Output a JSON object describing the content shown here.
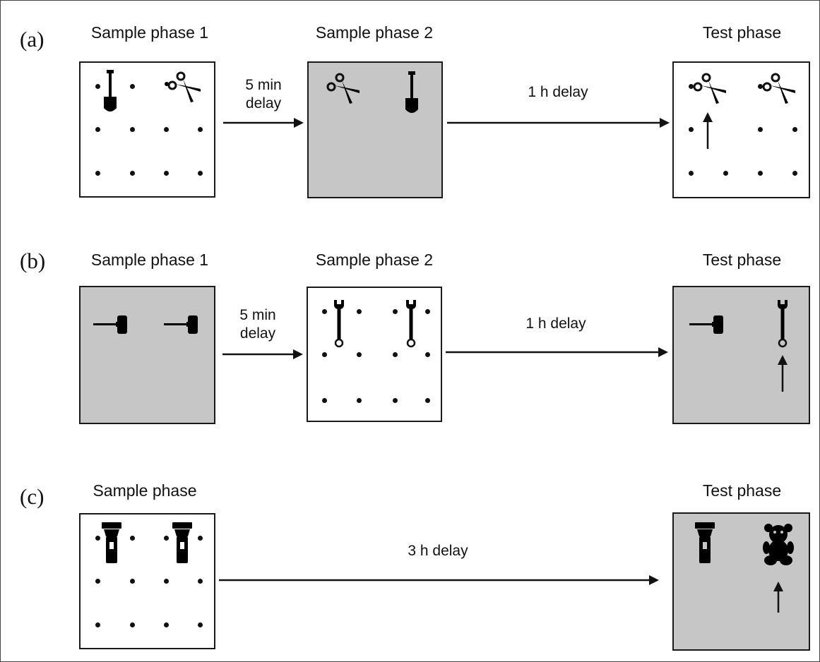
{
  "rows": [
    {
      "label": "(a)",
      "phase_titles": [
        "Sample phase 1",
        "Sample phase 2",
        "Test phase"
      ],
      "delays": [
        "5 min delay",
        "1 h delay"
      ],
      "panels": [
        {
          "background": "white",
          "objects": [
            "shovel-icon",
            "scissors-icon"
          ]
        },
        {
          "background": "gray",
          "objects": [
            "scissors-icon",
            "shovel-icon"
          ]
        },
        {
          "background": "white",
          "objects": [
            "scissors-icon",
            "scissors-icon"
          ],
          "indicated": "left"
        }
      ]
    },
    {
      "label": "(b)",
      "phase_titles": [
        "Sample phase 1",
        "Sample phase 2",
        "Test phase"
      ],
      "delays": [
        "5 min delay",
        "1 h delay"
      ],
      "panels": [
        {
          "background": "gray",
          "objects": [
            "hammer-icon",
            "hammer-icon"
          ]
        },
        {
          "background": "white",
          "objects": [
            "wrench-icon",
            "wrench-icon"
          ]
        },
        {
          "background": "gray",
          "objects": [
            "hammer-icon",
            "wrench-icon"
          ],
          "indicated": "right"
        }
      ]
    },
    {
      "label": "(c)",
      "phase_titles": [
        "Sample phase",
        "Test phase"
      ],
      "delays": [
        "3 h delay"
      ],
      "panels": [
        {
          "background": "white",
          "objects": [
            "flashlight-icon",
            "flashlight-icon"
          ]
        },
        {
          "background": "gray",
          "objects": [
            "flashlight-icon",
            "teddy-bear-icon"
          ],
          "indicated": "right"
        }
      ]
    }
  ],
  "colors": {
    "panel_white": "#ffffff",
    "panel_gray": "#c6c6c6",
    "ink": "#111111"
  }
}
